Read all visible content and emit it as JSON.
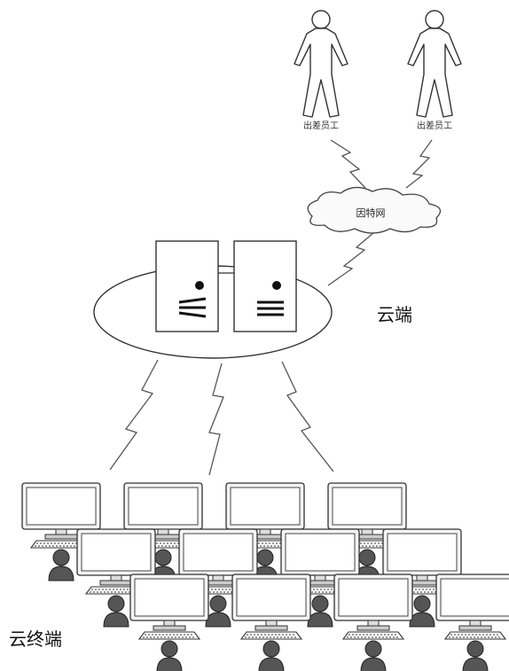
{
  "labels": {
    "employee_1": "出差员工",
    "employee_2": "出差员工",
    "internet": "因特网",
    "cloud_server": "云端",
    "cloud_terminal": "云终端"
  },
  "icons": {
    "person": "person-icon",
    "internet": "cloud-icon",
    "server": "server-icon",
    "lightning": "lightning-link-icon",
    "computer": "desktop-computer-icon",
    "user": "user-head-icon"
  }
}
